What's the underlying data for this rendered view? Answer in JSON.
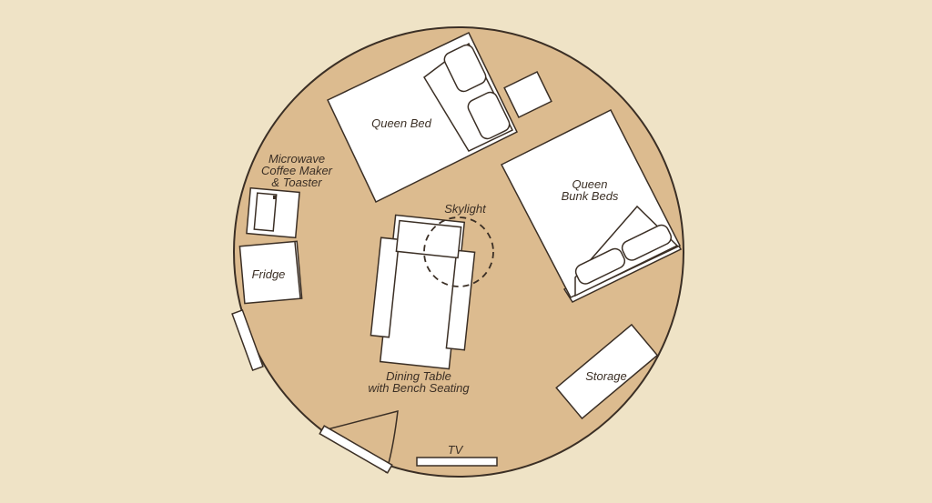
{
  "colors": {
    "page_background": "#efe3c6",
    "floor": "#dcbb8f",
    "outline": "#3b2f25",
    "furniture": "#ffffff"
  },
  "labels": {
    "queen_bed": "Queen Bed",
    "queen_bunk_line1": "Queen",
    "queen_bunk_line2": "Bunk Beds",
    "appliances_line1": "Microwave",
    "appliances_line2": "Coffee Maker",
    "appliances_line3": "& Toaster",
    "fridge": "Fridge",
    "skylight": "Skylight",
    "dining_line1": "Dining Table",
    "dining_line2": "with Bench Seating",
    "storage": "Storage",
    "tv": "TV"
  }
}
